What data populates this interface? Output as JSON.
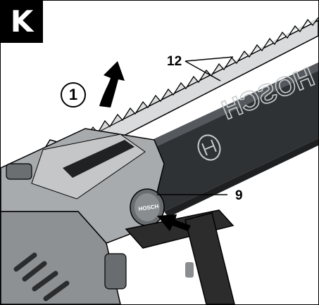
{
  "figure": {
    "panel_letter": "K",
    "step_number": "1",
    "callouts": {
      "blade": "12",
      "release_button": "9"
    },
    "bar_brand_text": "HOSCH",
    "button_marking": "HOSCH",
    "colors": {
      "ink": "#000000",
      "housing": "#a9acaf",
      "housing_dark": "#5e6164",
      "bar": "#3a3d40",
      "blade": "#d8dadb",
      "handle": "#2c2c2c"
    },
    "icons": [
      "curved-up-arrow-icon",
      "push-arrow-icon",
      "bosch-logo-icon"
    ]
  }
}
